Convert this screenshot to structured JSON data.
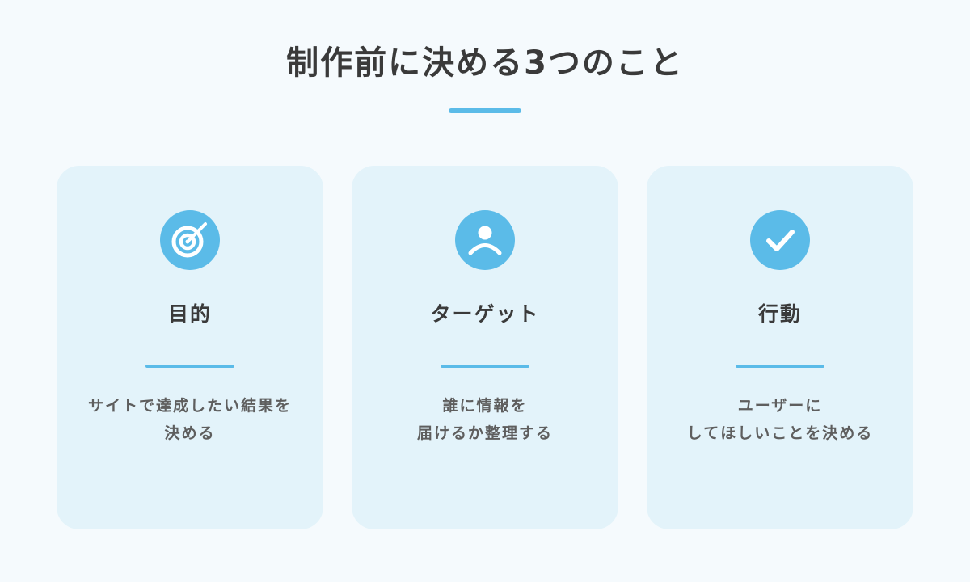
{
  "heading": {
    "title": "制作前に決める3つのこと"
  },
  "colors": {
    "accent": "#5bbbe8",
    "card_background": "#e3f3fa",
    "page_background": "#f5fafd",
    "title_text": "#3a3a3a",
    "body_text": "#5e5e5e"
  },
  "cards": [
    {
      "icon": "target-icon",
      "title": "目的",
      "desc_lines": [
        "サイトで達成したい結果を",
        "決める"
      ]
    },
    {
      "icon": "person-icon",
      "title": "ターゲット",
      "desc_lines": [
        "誰に情報を",
        "届けるか整理する"
      ]
    },
    {
      "icon": "check-icon",
      "title": "行動",
      "desc_lines": [
        "ユーザーに",
        "してほしいことを決める"
      ]
    }
  ]
}
